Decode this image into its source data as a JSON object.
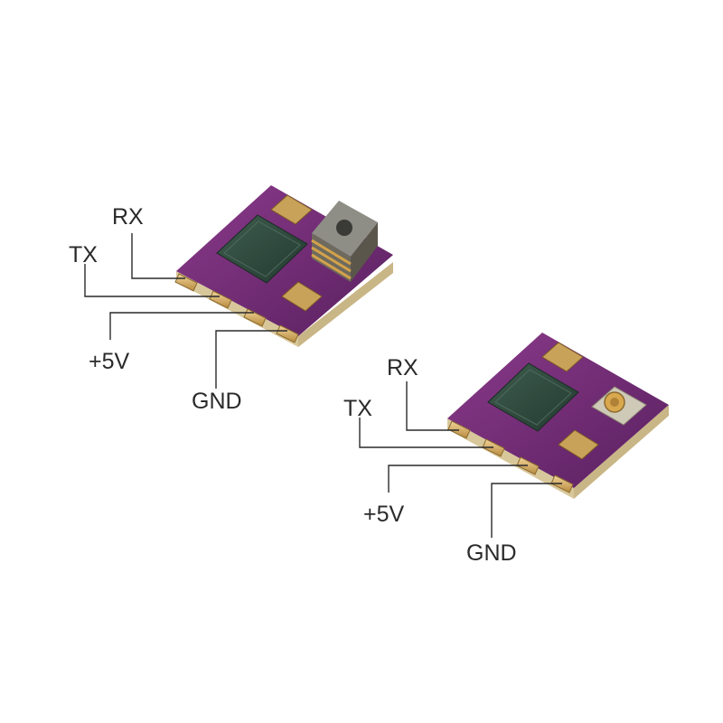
{
  "modules": [
    {
      "variant": "ceramic-antenna",
      "pins": {
        "rx": "RX",
        "tx": "TX",
        "v5": "+5V",
        "gnd": "GND"
      }
    },
    {
      "variant": "ipex-connector",
      "pins": {
        "rx": "RX",
        "tx": "TX",
        "v5": "+5V",
        "gnd": "GND"
      }
    }
  ],
  "colors": {
    "pcb": "#6e2a6e",
    "pcb_edge": "#4a1a4a",
    "chip": "#2f4a3e",
    "gold": "#d9b36a",
    "leader_line": "#2a2a2a"
  }
}
